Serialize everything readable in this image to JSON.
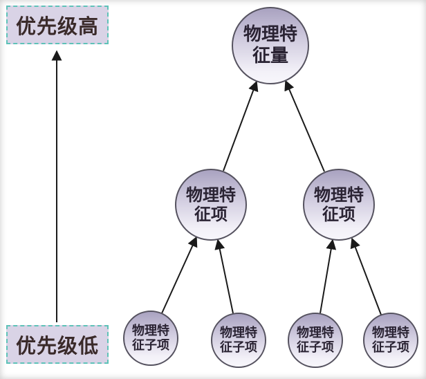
{
  "labels": {
    "priority_high": "优先级高",
    "priority_low": "优先级低"
  },
  "tree": {
    "root": {
      "line1": "物理特",
      "line2": "征量"
    },
    "items": [
      {
        "line1": "物理特",
        "line2": "征项"
      },
      {
        "line1": "物理特",
        "line2": "征项"
      }
    ],
    "subitems": [
      {
        "line1": "物理特",
        "line2": "征子项"
      },
      {
        "line1": "物理特",
        "line2": "征子项"
      },
      {
        "line1": "物理特",
        "line2": "征子项"
      },
      {
        "line1": "物理特",
        "line2": "征子项"
      }
    ]
  },
  "colors": {
    "box_border": "#5ec2b8",
    "box_fill": "#d9d3e6",
    "box_text": "#3a2a2a",
    "node_fill_top": "#a9a2c0",
    "node_fill_bottom": "#f3f1f8",
    "node_border": "#55525f",
    "node_text": "#2a2333",
    "arrow": "#1a1a1a"
  }
}
